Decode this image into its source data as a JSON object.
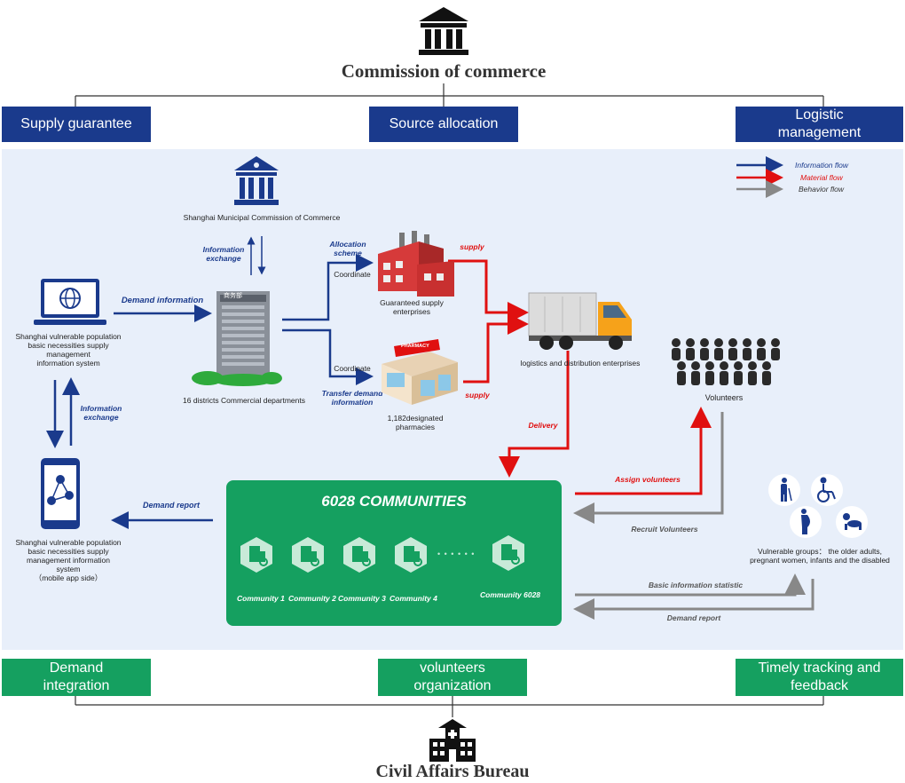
{
  "top": {
    "title": "Commission of commerce"
  },
  "bottom": {
    "title": "Civil Affairs Bureau"
  },
  "headers": {
    "supply": "Supply guarantee",
    "source": "Source allocation",
    "logistic_line1": "Logistic",
    "logistic_line2": "management"
  },
  "footers": {
    "demand_line1": "Demand",
    "demand_line2": "integration",
    "vol_line1": "volunteers",
    "vol_line2": "organization",
    "track_line1": "Timely tracking and",
    "track_line2": "feedback"
  },
  "legend": {
    "info": "Information flow",
    "material": "Material flow",
    "behavior": "Behavior flow"
  },
  "colors": {
    "info": "#1a3a8c",
    "material": "#e01010",
    "behavior": "#888888",
    "header": "#1a3a8c",
    "footer": "#15a060"
  },
  "nodes": {
    "municipal": "Shanghai Municipal Commission of Commerce",
    "system_l1": "Shanghai vulnerable population",
    "system_l2": "basic necessities supply",
    "system_l3": "management",
    "system_l4": "information system",
    "districts": "16 districts Commercial departments",
    "building_sign": "商务部",
    "guaranteed_l1": "Guaranteed supply",
    "guaranteed_l2": "enterprises",
    "pharm_l1": "1,182designated",
    "pharm_l2": "pharmacies",
    "pharm_sign": "PHARMACY",
    "logistics": "logistics and distribution enterprises",
    "volunteers": "Volunteers",
    "app_l1": "Shanghai vulnerable population",
    "app_l2": "basic necessities supply",
    "app_l3": "management information",
    "app_l4": "system",
    "app_l5": "（mobile app side）",
    "vuln_l1": "Vulnerable groups： the older adults,",
    "vuln_l2": "pregnant women, infants and the disabled"
  },
  "flows": {
    "demand_info": "Demand information",
    "info_ex1_l1": "Information",
    "info_ex1_l2": "exchange",
    "info_ex2_l1": "Information",
    "info_ex2_l2": "exchange",
    "alloc_l1": "Allocation",
    "alloc_l2": "scheme",
    "coordinate1": "Coordinate",
    "coordinate2": "Coordinate",
    "transfer_l1": "Transfer demand",
    "transfer_l2": "information",
    "supply1": "supply",
    "supply2": "supply",
    "delivery": "Delivery",
    "assign": "Assign volunteers",
    "recruit": "Recruit Volunteers",
    "demand_report_left": "Demand report",
    "basic_info": "Basic information statistic",
    "demand_report_right": "Demand report"
  },
  "communities": {
    "title": "6028 COMMUNITIES",
    "items": [
      "Community 1",
      "Community 2",
      "Community 3",
      "Community 4"
    ],
    "ellipsis": "• • • • • •",
    "last": "Community 6028"
  }
}
